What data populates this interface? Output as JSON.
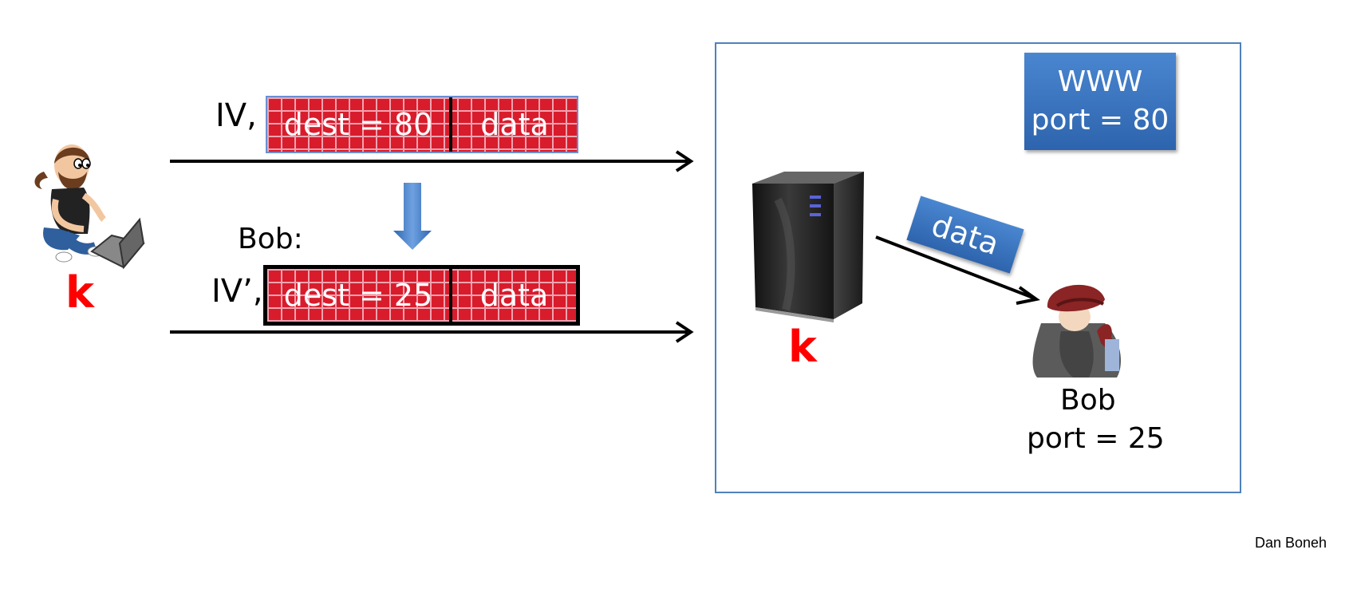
{
  "left": {
    "key": "k",
    "iv1": "IV,",
    "bob_prefix": "Bob:",
    "iv2": "IV’,"
  },
  "packet1": {
    "dest": "dest = 80",
    "data": "data"
  },
  "packet2": {
    "dest": "dest = 25",
    "data": "data"
  },
  "server_box": {
    "www_line1": "WWW",
    "www_line2": "port = 80",
    "flow_label": "data",
    "server_key": "k",
    "bob_name": "Bob",
    "bob_port": "port = 25"
  },
  "footer": {
    "credit": "Dan Boneh"
  },
  "colors": {
    "brick_red": "#d81c2c",
    "accent_blue": "#3a73bf",
    "key_red": "#ff0000"
  }
}
